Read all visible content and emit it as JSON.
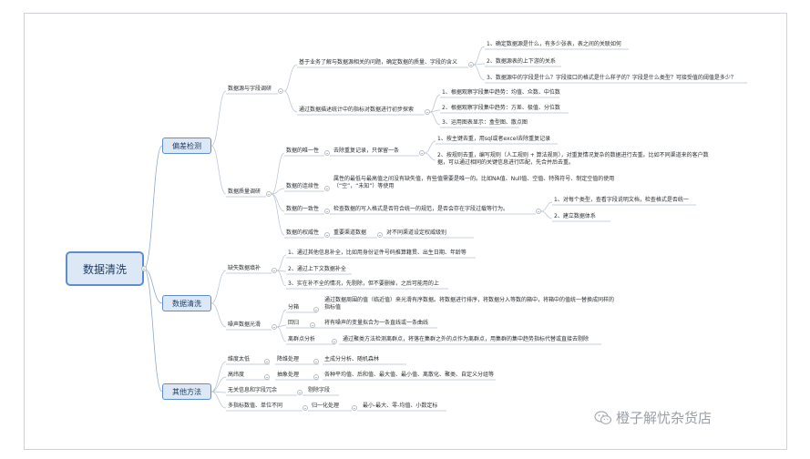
{
  "root": "数据清洗",
  "branches": {
    "b1": "偏差检测",
    "b2": "数据清洗",
    "b3": "其他方法"
  },
  "b1": {
    "g1": "数据源与字段调研",
    "g1a": "基于业务了解与数据源相关的问题，确定数据的质量、字段的含义",
    "g1a1": "1、确定数据源是什么，有多少张表，表之间的关联如何",
    "g1a2": "2、数据源表的上下游的关系",
    "g1a3": "3、数据源中的字段是什么？字段接口的格式是什么样子的？字段是什么类型？可接受值的阈值是多少？",
    "g1b": "通过数据描述统计中的指标对数据进行初步探索",
    "g1b1": "1、根据观察字段集中趋势：均值、众数、中位数",
    "g1b2": "2、根据观察字段集中趋势：方差、极值、分位数",
    "g1b3": "3、运用图表显示：盒型图、散点图",
    "g2": "数据质量调研",
    "g2a": "数据的唯一性",
    "g2a_x": "去除重复记录，只保留一条",
    "g2a_x1": "1、按主键去重，用sql或者excel去除重复记录",
    "g2a_x2": "2、按规则去重，编写规则（人工规则 + 算法规则），对重复情况复杂的数据进行去重。比如不同渠道来的客户数据，可以通过相同的关键信息进行匹配，先合并后去重。",
    "g2b": "数据的连续性",
    "g2b_x": "属性的最低与最高值之间没有缺失值，有些值需要是唯一的。比如NA值、Null值、空值、特殊符号、制定空值的使用（“空”，“未知”）等使用",
    "g2c": "数据的一致性",
    "g2c_x": "检查数据的写入格式是否符合统一的规范，是否会存在字段过载等行为。",
    "g2c_x1": "1、对每个类型，查看字段说明文档，检查格式是否统一",
    "g2c_x2": "2、建立数据体系",
    "g2d": "数据的权威性",
    "g2d_x": "重要渠道数据",
    "g2d_y": "对不同渠道设定权威级别"
  },
  "b2": {
    "g1": "缺失数据填补",
    "g1a": "1、通过其他信息补全，比如用身份证件号码推算籍贯、出生日期、年龄等",
    "g1b": "2、通过上下文数据补全",
    "g1c": "3、实在补不全的情况，先剔除，但不要删掉，之后可能用的上",
    "g2": "噪声数据光滑",
    "g2a": "分箱",
    "g2a_x": "通过数据周围的值（临近值）来光滑有序数据。将数据进行排序，将数据分入等数的箱中，将箱中的值统一替换成同样的指标值",
    "g2b": "回归",
    "g2b_x": "将有噪声的变量拟合为一条直线或一条曲线",
    "g2c": "离群点分析",
    "g2c_x": "通过聚类方法检测离群点，将落在集群之外的点作为离群点，用集群的集中趋势指标代替或直接去剔除"
  },
  "b3": {
    "r1": "维度太低",
    "r1a": "降维处理",
    "r1b": "主成分分析、随机森林",
    "r2": "高纬度",
    "r2a": "抽象处理",
    "r2b": "各种平均值、后和值、最大值、最小值、离散化、聚类、自定义分组等",
    "r3": "无关信息和字段冗余",
    "r3a": "剔除字段",
    "r4": "多指标数值、单位不同",
    "r4a": "归一化处理",
    "r4b": "最小-最大、零-均值、小数定标"
  },
  "watermark": "橙子解忧杂货店"
}
